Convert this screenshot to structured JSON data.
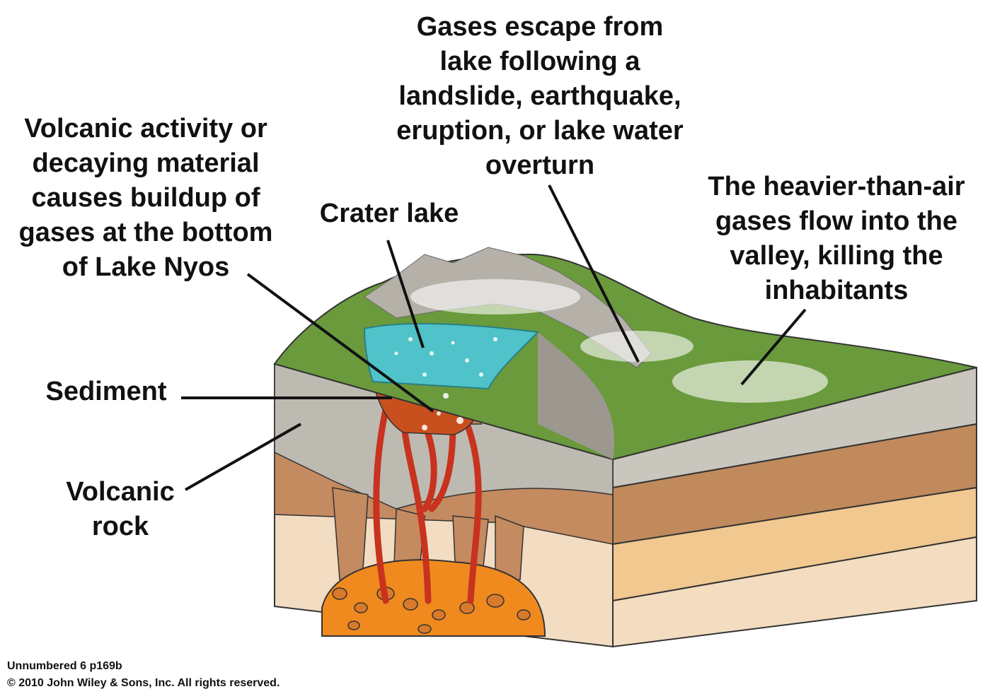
{
  "labels": {
    "gases_escape": [
      "Gases escape from",
      "lake following a",
      "landslide, earthquake,",
      "eruption, or lake water",
      "overturn"
    ],
    "volcanic_activity": [
      "Volcanic activity or",
      "decaying material",
      "causes buildup of",
      "gases at the bottom",
      "of Lake Nyos"
    ],
    "crater_lake": "Crater lake",
    "heavier_gases": [
      "The heavier-than-air",
      "gases flow into the",
      "valley, killing the",
      "inhabitants"
    ],
    "sediment": "Sediment",
    "volcanic_rock": [
      "Volcanic",
      "rock"
    ]
  },
  "credits": {
    "figure_id": "Unnumbered 6 p169b",
    "copyright": "© 2010 John Wiley & Sons, Inc. All rights reserved."
  },
  "colors": {
    "lake": "#4fc3c9",
    "magma": "#c8321e",
    "chamber": "#f08a1e",
    "volcanic_rock": "#b9b6ad",
    "brown_layer": "#c48a60",
    "tan_layer": "#efcfa3",
    "vegetation": "#6a9a3c"
  }
}
